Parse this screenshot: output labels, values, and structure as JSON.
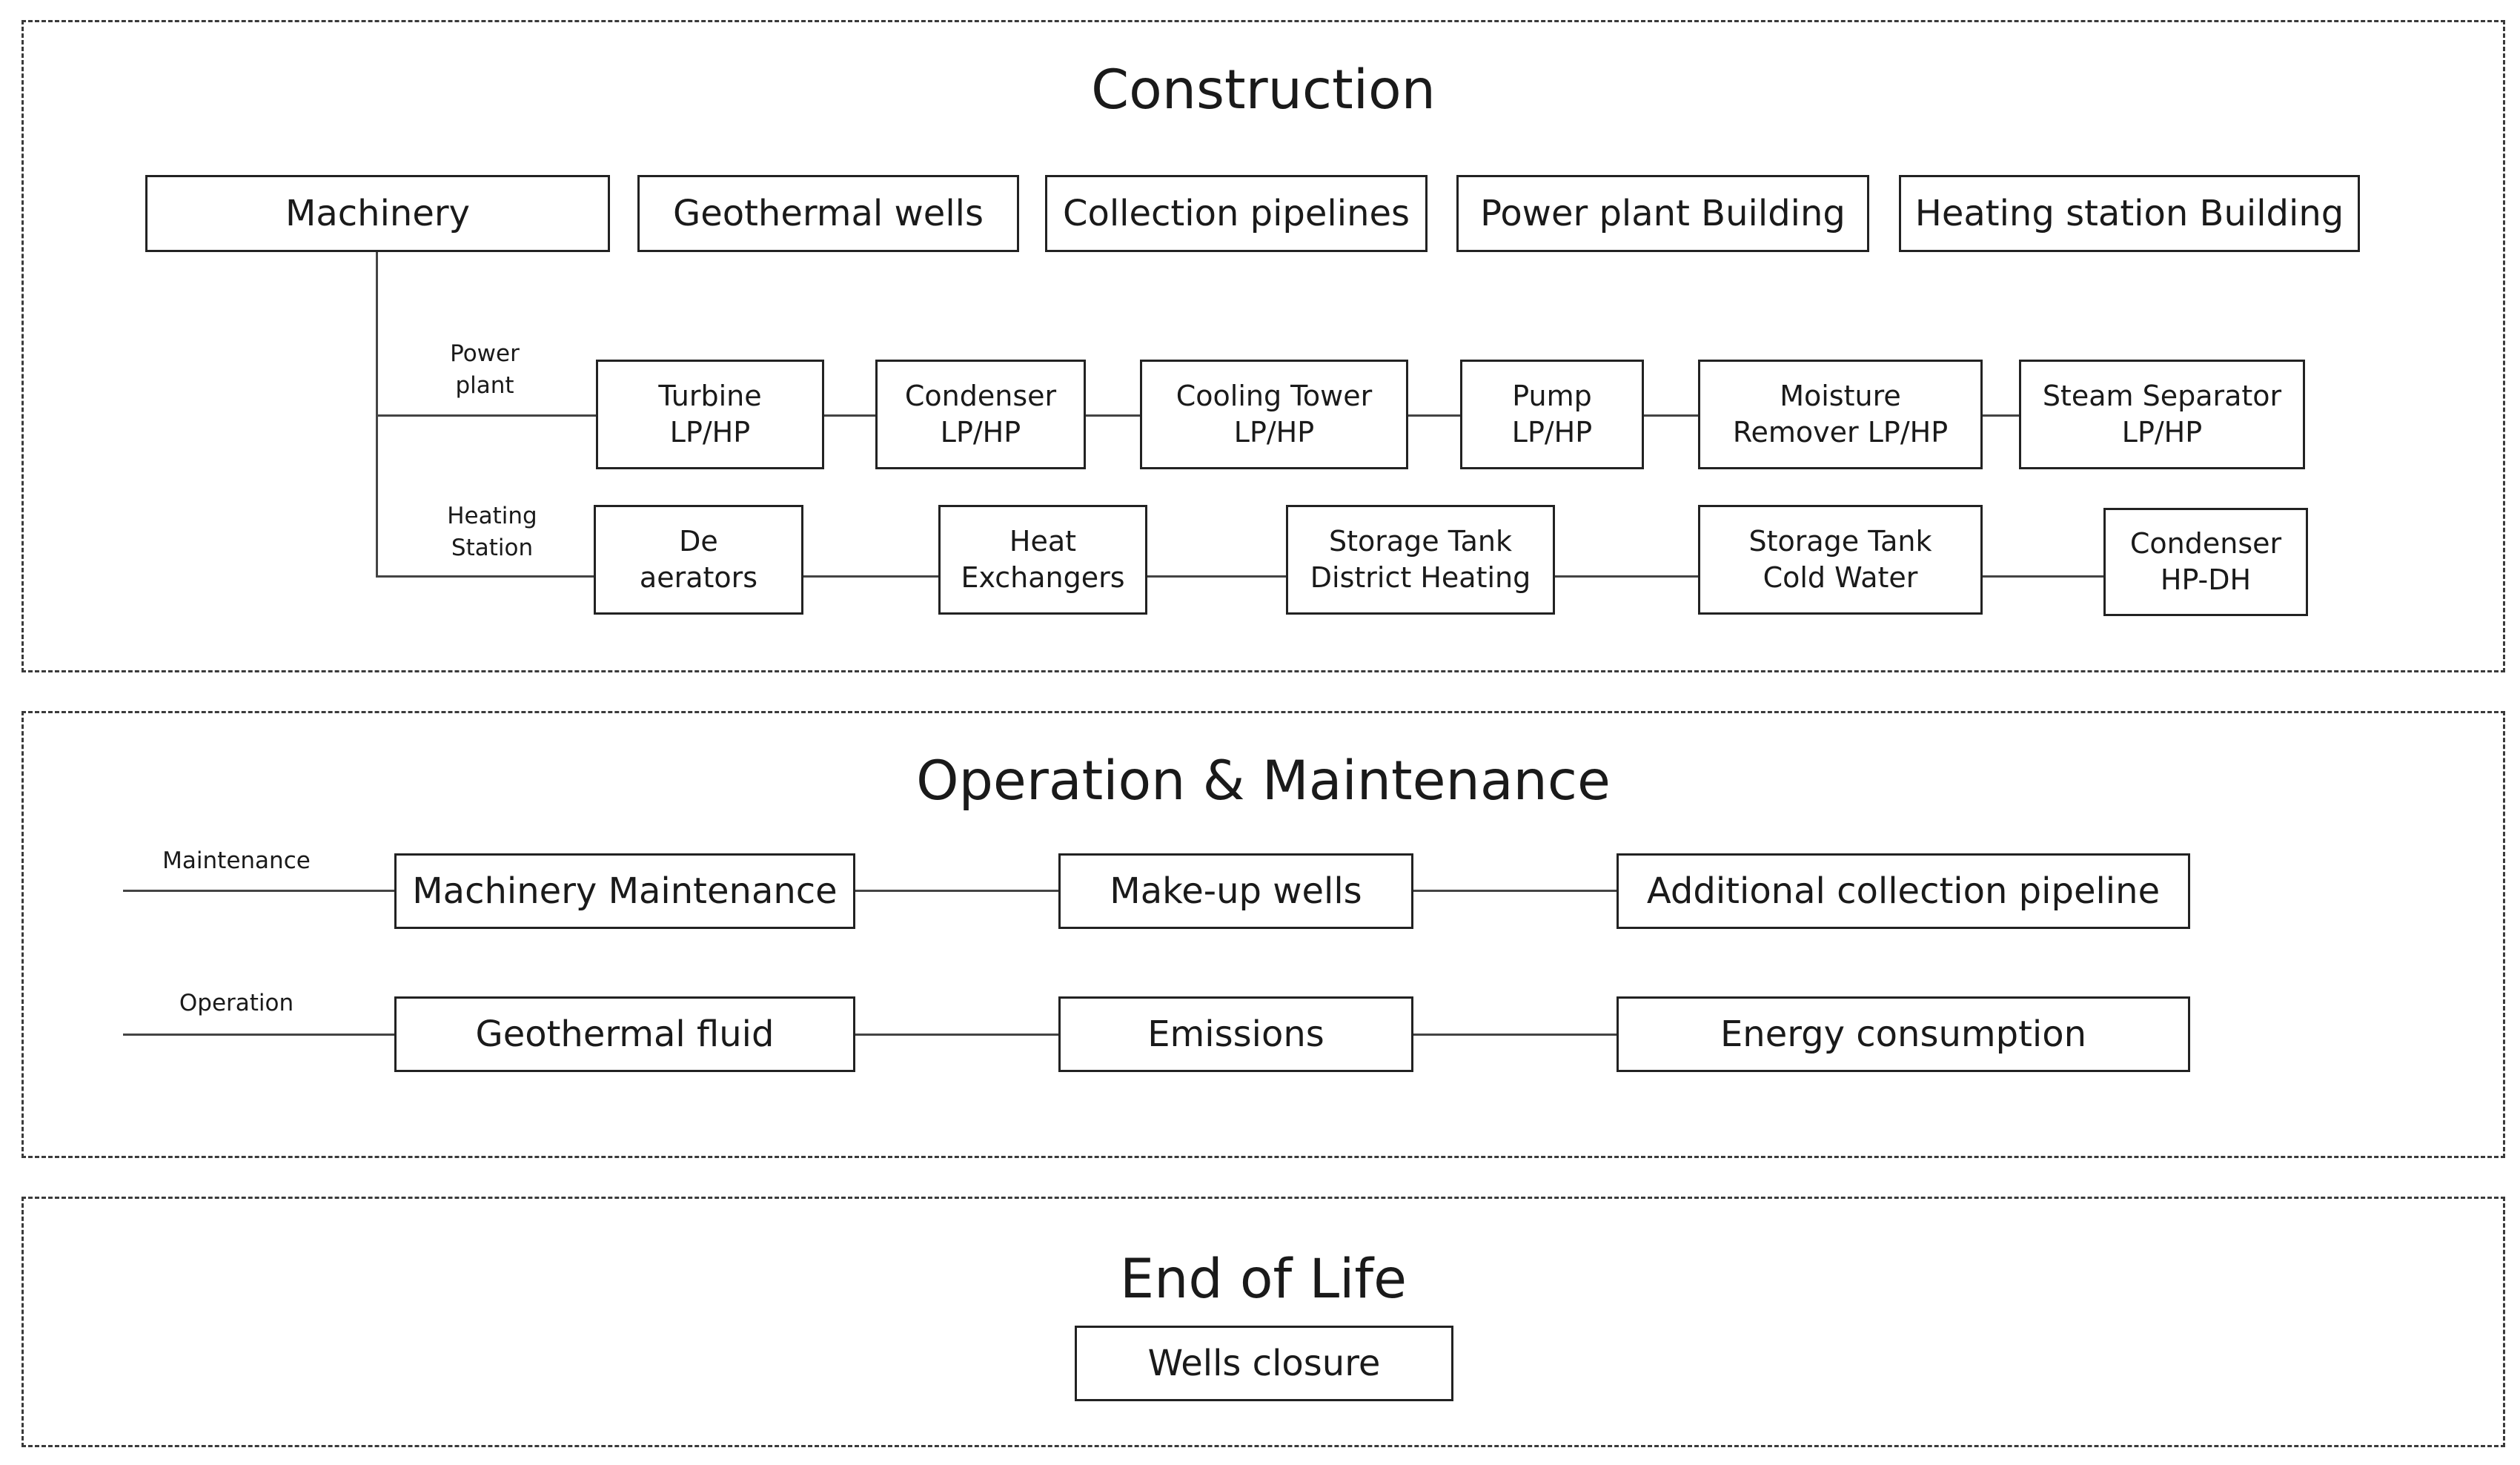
{
  "construction": {
    "title": "Construction",
    "top_boxes": {
      "machinery": "Machinery",
      "geothermal_wells": "Geothermal  wells",
      "collection_pipelines": "Collection pipelines",
      "power_plant_building": "Power plant Building",
      "heating_station_building": "Heating station Building"
    },
    "power_plant": {
      "label": "Power\nplant",
      "items": [
        "Turbine\nLP/HP",
        "Condenser\nLP/HP",
        "Cooling Tower\nLP/HP",
        "Pump\nLP/HP",
        "Moisture\nRemover  LP/HP",
        "Steam Separator\nLP/HP"
      ]
    },
    "heating_station": {
      "label": "Heating\nStation",
      "items": [
        "De\naerators",
        "Heat\nExchangers",
        "Storage Tank\nDistrict Heating",
        "Storage Tank\nCold Water",
        "Condenser\nHP-DH"
      ]
    }
  },
  "operation_maintenance": {
    "title": "Operation & Maintenance",
    "maintenance": {
      "label": "Maintenance",
      "items": [
        "Machinery Maintenance",
        "Make-up wells",
        "Additional collection pipeline"
      ]
    },
    "operation": {
      "label": "Operation",
      "items": [
        "Geothermal  fluid",
        "Emissions",
        "Energy consumption"
      ]
    }
  },
  "end_of_life": {
    "title": "End of Life",
    "items": [
      "Wells closure"
    ]
  }
}
